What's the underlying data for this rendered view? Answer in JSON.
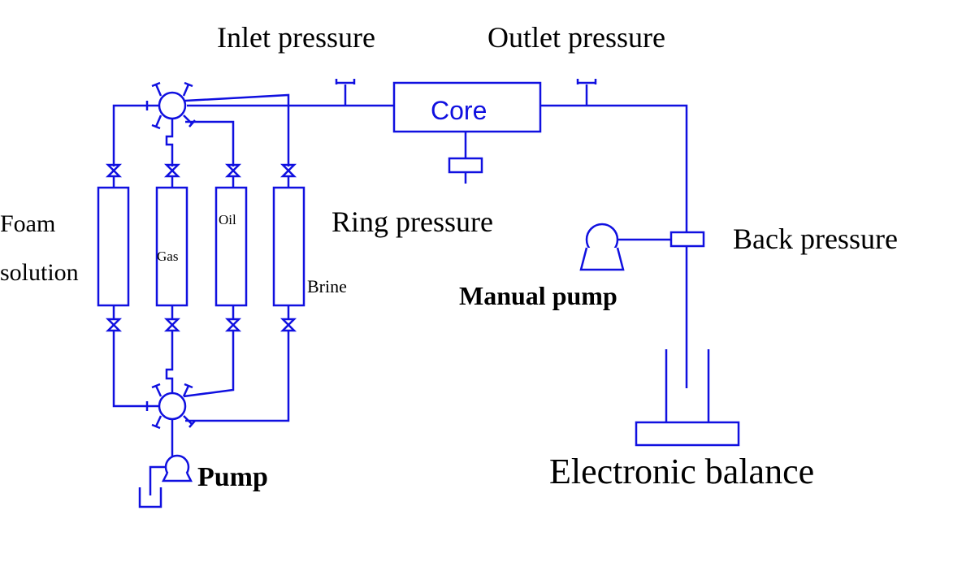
{
  "labels": {
    "inlet_pressure": "Inlet pressure",
    "outlet_pressure": "Outlet pressure",
    "core": "Core",
    "ring_pressure": "Ring pressure",
    "back_pressure": "Back pressure",
    "manual_pump": "Manual pump",
    "electronic_balance": "Electronic balance",
    "pump": "Pump",
    "foam": "Foam",
    "solution": "solution",
    "gas": "Gas",
    "oil": "Oil",
    "brine": "Brine"
  },
  "colors": {
    "line": "#1010e0",
    "text": "#000000"
  }
}
